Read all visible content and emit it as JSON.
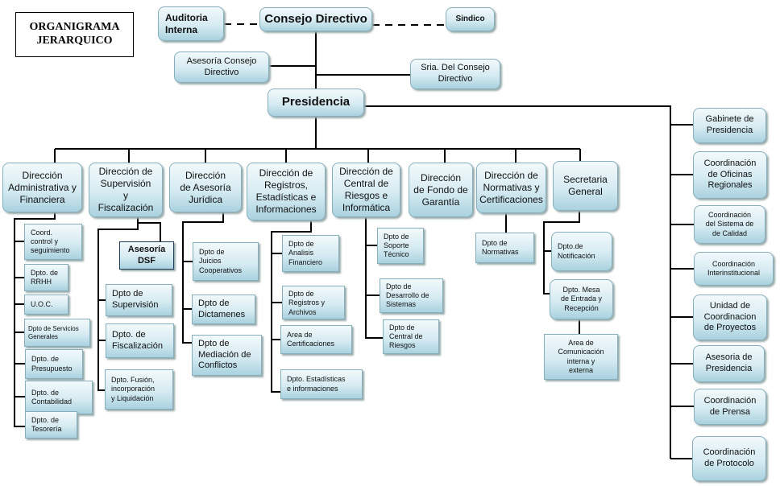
{
  "title": "ORGANIGRAMA\nJERARQUICO",
  "top": {
    "auditoria": "Auditoria\nInterna",
    "consejo": "Consejo Directivo",
    "sindico": "Sindico",
    "asesoria_consejo": "Asesoría Consejo\nDirectivo",
    "sria_consejo": "Sria. Del Consejo\nDirectivo",
    "presidencia": "Presidencia"
  },
  "direcciones": [
    {
      "label": "Dirección\nAdministrativa y\nFinanciera",
      "children": [
        "Coord.\ncontrol y\nseguimiento",
        "Dpto. de\nRRHH",
        "U.O.C.",
        "Dpto de Servicios\nGenerales",
        "Dpto. de\nPresupuesto",
        "Dpto. de\nContabilidad",
        "Dpto. de\nTesorería"
      ]
    },
    {
      "label": "Dirección de\nSupervisión\ny\nFiscalización",
      "asesoria": "Asesoría\nDSF",
      "children": [
        "Dpto de\nSupervisión",
        "Dpto. de\nFiscalización",
        "Dpto. Fusión,\nincorporación\ny Liquidación"
      ]
    },
    {
      "label": "Dirección\nde Asesoría\nJurídica",
      "children": [
        "Dpto de\nJuicios\nCooperativos",
        "Dpto de\nDictamenes",
        "Dpto de\nMediación de\nConflictos"
      ]
    },
    {
      "label": "Dirección de\nRegistros,\nEstadísticas e\nInformaciones",
      "children": [
        "Dpto de\nAnalisis\nFinanciero",
        "Dpto de\nRegistros y\nArchivos",
        "Area de\nCertificaciones",
        "Dpto. Estadísticas\ne informaciones"
      ]
    },
    {
      "label": "Dirección de\nCentral de\nRiesgos e\nInformática",
      "children": [
        "Dpto de\nSoporte\nTécnico",
        "Dpto de\nDesarrollo de\nSistemas",
        "Dpto de\nCentral de\nRiesgos"
      ]
    },
    {
      "label": "Dirección\nde Fondo de\nGarantía",
      "children": []
    },
    {
      "label": "Dirección de\nNormativas y\nCertificaciones",
      "children": [
        "Dpto de\nNormativas"
      ]
    },
    {
      "label": "Secretaria\nGeneral",
      "children": [
        "Dpto.de\nNotificación",
        "Dpto. Mesa\nde Entrada y\nRecepción",
        "Area de\nComunicación\ninterna y\nexterna"
      ]
    }
  ],
  "presidencia_units": [
    "Gabinete de\nPresidencia",
    "Coordinación\nde Oficinas\nRegionales",
    "Coordinación\ndel Sistema de\nde Calidad",
    "Coordinación\nInterinstitucional",
    "Unidad de\nCoordinacion\nde Proyectos",
    "Asesoria de\nPresidencia",
    "Coordinación\nde Prensa",
    "Coordinación\nde Protocolo"
  ]
}
